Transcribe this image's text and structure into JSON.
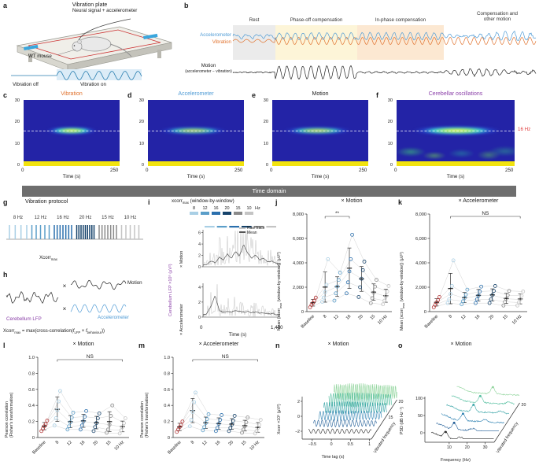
{
  "panel_labels": {
    "a": "a",
    "b": "b",
    "c": "c",
    "d": "d",
    "e": "e",
    "f": "f",
    "g": "g",
    "h": "h",
    "i": "i",
    "j": "j",
    "k": "k",
    "l": "l",
    "m": "m",
    "n": "n",
    "o": "o"
  },
  "colors": {
    "accelerometer": "#4f9bd5",
    "vibration": "#e1732f",
    "motion": "#1a1a1a",
    "cerebellar": "#8a3fa8",
    "baseline_pts": "#b23434",
    "spectrogram_bg": "#2323a6",
    "spectrogram_hot": "#f2e30e",
    "marker_red": "#e03a3a",
    "raw_trace": "#c4c4c4",
    "mean_trace": "#555555",
    "section_bar_bg": "#6e6e6e",
    "freq": [
      {
        "label": "8",
        "hz": 8,
        "color": "#a9cfe5"
      },
      {
        "label": "12",
        "hz": 12,
        "color": "#5b9ec9"
      },
      {
        "label": "16",
        "hz": 16,
        "color": "#2a6fad"
      },
      {
        "label": "20",
        "hz": 20,
        "color": "#16436b"
      },
      {
        "label": "15",
        "hz": 15,
        "color": "#8a8a8a"
      },
      {
        "label": "10",
        "hz": 10,
        "color": "#c4c4c4"
      }
    ],
    "waterfall": [
      "#8fd49b",
      "#55bfa0",
      "#36a3a6",
      "#2a7fb0",
      "#1f5c96",
      "#2b2b2b"
    ]
  },
  "panel_a": {
    "title": "Vibration plate",
    "neural_label": "Neural signal + accelerometer",
    "mouse_label": "WT mouse",
    "vibration_off": "Vibration off",
    "vibration_on": "Vibration on"
  },
  "panel_b": {
    "segments": [
      {
        "name": "Rest",
        "shade": "#ebebeb"
      },
      {
        "name": "Phase-off compensation",
        "shade": "#fdf5d8"
      },
      {
        "name": "In-phase compensation",
        "shade": "#fce8d2"
      },
      {
        "name": "Compensation and other motion",
        "shade": null
      }
    ],
    "segment_labels": [
      "Rest",
      "Phase-off compensation",
      "In-phase compensation",
      "Compensation and\nother motion"
    ],
    "trace_labels": {
      "accelerometer": "Accelerometer",
      "vibration": "Vibration",
      "motion": "Motion",
      "motion_sub": "(accelerometer − vibration)"
    }
  },
  "spectrograms": {
    "shared": {
      "xlabel": "Time (s)",
      "x_ticks": [
        "0",
        "250"
      ],
      "y_ticks": [
        "30",
        "20",
        "10",
        "0"
      ]
    },
    "panels": [
      {
        "letter": "c",
        "title": "Vibration",
        "title_color": "#e1732f"
      },
      {
        "letter": "d",
        "title": "Accelerometer",
        "title_color": "#4f9bd5"
      },
      {
        "letter": "e",
        "title": "Motion",
        "title_color": "#1a1a1a"
      },
      {
        "letter": "f",
        "title": "Cerebellar oscillations",
        "title_color": "#8a3fa8",
        "marker": "16 Hz",
        "marker_color": "#e03a3a"
      }
    ]
  },
  "section_bar": {
    "title": "Time domain"
  },
  "panel_g": {
    "title": "Vibration protocol",
    "freq_labels": [
      "8 Hz",
      "12 Hz",
      "16 Hz",
      "20 Hz",
      "15 Hz",
      "10 Hz"
    ],
    "xcorr_label_pre": "Xcorr",
    "xcorr_label_sub": "max"
  },
  "panel_h": {
    "lfp_label": "Cerebellum LFP",
    "motion_label": "Motion",
    "accel_label": "Accelerometer",
    "times_symbol": "×",
    "formula": {
      "p1": "Xcorr",
      "s1": "max",
      "p2": " = max(cross-correlation(",
      "p3": "f",
      "s2": "LFP",
      "p4": " × ",
      "p5": "f",
      "s3": "behaviour",
      "p6": "))"
    }
  },
  "panel_i": {
    "title_pre": "xcorr",
    "title_sub": "max",
    "title_post": " (window-by-window)",
    "legend_unit": "Hz",
    "ylabel_outer": "Cerebellum LFP ×10⁵ (μV²)",
    "row_labels": [
      "× Motion",
      "× Accelerometer"
    ],
    "legend_raw": "Raw trace",
    "legend_mean": "Mean"
  },
  "chart_data": [
    {
      "id": "spectrograms",
      "type": "heatmap",
      "panels": [
        "Vibration",
        "Accelerometer",
        "Motion",
        "Cerebellar oscillations"
      ],
      "x_range": [
        0,
        250
      ],
      "y_range": [
        0,
        30
      ],
      "xlabel": "Time (s)",
      "band_hz": 16,
      "note": "bright power band at 16 Hz during vibration-on epoch; high power strip near 0 Hz"
    },
    {
      "id": "i",
      "type": "line",
      "title": "xcorr_max (window-by-window)",
      "xlabel": "Time (s)",
      "x_range": [
        0,
        1400
      ],
      "x_tick_labels": [
        "0",
        "1,400"
      ],
      "legend": [
        "Raw trace",
        "Mean"
      ],
      "rows": [
        {
          "name": "× Motion",
          "ylim": [
            0,
            6.5
          ],
          "y_ticks": [
            0,
            2,
            4,
            6
          ],
          "mean": [
            0.3,
            0.5,
            1.2,
            0.8,
            2.0,
            1.4,
            2.6,
            1.8,
            3.2,
            2.2,
            4.6,
            2.8,
            1.8,
            2.4,
            1.4,
            1.8,
            1.0,
            1.2,
            0.7,
            0.5
          ]
        },
        {
          "name": "× Accelerometer",
          "ylim": [
            0,
            4.5
          ],
          "y_ticks": [
            0,
            2,
            4
          ],
          "mean": [
            0.3,
            0.6,
            1.8,
            3.4,
            1.0,
            0.8,
            0.9,
            0.8,
            1.0,
            0.9,
            0.8,
            0.9,
            0.7,
            0.8,
            0.6,
            0.7,
            0.5,
            0.6,
            0.4,
            0.4
          ]
        }
      ]
    },
    {
      "id": "j",
      "type": "scatter",
      "title": "× Motion",
      "ylabel": "Mean (xcorr_max (window-by-window)) (μV²)",
      "ylabel_parts": {
        "p1": "Mean (xcorr",
        "sub": "max",
        "p2": " (window-by-window)) (μV²)"
      },
      "ylim": [
        0,
        8000
      ],
      "y_ticks": [
        0,
        2000,
        4000,
        6000,
        8000
      ],
      "y_tick_labels": [
        "0",
        "2,000",
        "4,000",
        "6,000",
        "8,000"
      ],
      "categories": [
        "Baseline",
        "8",
        "12",
        "16",
        "20",
        "15",
        "10"
      ],
      "x_tick_labels": [
        "Baseline",
        "8",
        "12",
        "16",
        "20",
        "15",
        "10 Hz"
      ],
      "significance": "**",
      "sig_span": [
        1,
        3
      ],
      "points": [
        [
          350,
          550,
          700,
          900,
          1150
        ],
        [
          800,
          1150,
          1600,
          2200,
          4300
        ],
        [
          900,
          1500,
          2050,
          2600,
          3200
        ],
        [
          1500,
          2400,
          3300,
          4300,
          6300
        ],
        [
          1200,
          2000,
          2700,
          3400,
          4100
        ],
        [
          700,
          1100,
          1550,
          2050,
          2600
        ],
        [
          600,
          900,
          1250,
          1650,
          2100
        ]
      ]
    },
    {
      "id": "k",
      "type": "scatter",
      "title": "× Accelerometer",
      "ylabel": "Mean (xcorr_max (window-by-window)) (μV²)",
      "ylabel_parts": {
        "p1": "Mean (xcorr",
        "sub": "max",
        "p2": " (window-by-window)) (μV²)"
      },
      "ylim": [
        0,
        8000
      ],
      "y_ticks": [
        0,
        2000,
        4000,
        6000,
        8000
      ],
      "y_tick_labels": [
        "0",
        "2,000",
        "4,000",
        "6,000",
        "8,000"
      ],
      "categories": [
        "Baseline",
        "8",
        "12",
        "16",
        "20",
        "15",
        "10"
      ],
      "x_tick_labels": [
        "Baseline",
        "8",
        "12",
        "16",
        "20",
        "15",
        "10 Hz"
      ],
      "significance": "NS",
      "sig_span": [
        1,
        6
      ],
      "points": [
        [
          350,
          550,
          750,
          950,
          1200
        ],
        [
          700,
          1000,
          1450,
          2100,
          4200
        ],
        [
          600,
          850,
          1100,
          1400,
          1800
        ],
        [
          700,
          1000,
          1300,
          1650,
          2050
        ],
        [
          700,
          1000,
          1350,
          1700,
          2100
        ],
        [
          500,
          800,
          1050,
          1350,
          1700
        ],
        [
          500,
          750,
          1000,
          1300,
          1650
        ]
      ]
    },
    {
      "id": "l",
      "type": "scatter",
      "title": "× Motion",
      "ylabel": "Pearson correlation (Fisher's transformation)",
      "ylabel_line1": "Pearson correlation",
      "ylabel_line2": "(Fisher's transformation)",
      "ylim": [
        0,
        1.0
      ],
      "y_ticks": [
        0,
        0.2,
        0.4,
        0.6,
        0.8,
        1.0
      ],
      "y_tick_labels": [
        "0",
        "0.2",
        "0.4",
        "0.6",
        "0.8",
        "1.0"
      ],
      "categories": [
        "Baseline",
        "8",
        "12",
        "16",
        "20",
        "15",
        "10"
      ],
      "x_tick_labels": [
        "Baseline",
        "8",
        "12",
        "16",
        "20",
        "15",
        "10 Hz"
      ],
      "significance": "NS",
      "sig_span": [
        1,
        6
      ],
      "points": [
        [
          0.08,
          0.11,
          0.14,
          0.17,
          0.21
        ],
        [
          0.15,
          0.24,
          0.34,
          0.45,
          0.58
        ],
        [
          0.1,
          0.14,
          0.19,
          0.25,
          0.31
        ],
        [
          0.1,
          0.15,
          0.2,
          0.26,
          0.33
        ],
        [
          0.08,
          0.13,
          0.18,
          0.24,
          0.3
        ],
        [
          0.06,
          0.1,
          0.16,
          0.27,
          0.4
        ],
        [
          0.05,
          0.09,
          0.13,
          0.18,
          0.24
        ]
      ]
    },
    {
      "id": "m",
      "type": "scatter",
      "title": "× Accelerometer",
      "ylabel": "Pearson correlation (Fisher's transformation)",
      "ylabel_line1": "Pearson correlation",
      "ylabel_line2": "(Fisher's transformation)",
      "ylim": [
        0,
        1.0
      ],
      "y_ticks": [
        0,
        0.2,
        0.4,
        0.6,
        0.8,
        1.0
      ],
      "y_tick_labels": [
        "0",
        "0.2",
        "0.4",
        "0.6",
        "0.8",
        "1.0"
      ],
      "categories": [
        "Baseline",
        "8",
        "12",
        "16",
        "20",
        "15",
        "10"
      ],
      "x_tick_labels": [
        "Baseline",
        "8",
        "12",
        "16",
        "20",
        "15",
        "10 Hz"
      ],
      "significance": "NS",
      "sig_span": [
        1,
        6
      ],
      "points": [
        [
          0.07,
          0.1,
          0.13,
          0.16,
          0.2
        ],
        [
          0.14,
          0.22,
          0.32,
          0.44,
          0.56
        ],
        [
          0.09,
          0.13,
          0.18,
          0.23,
          0.29
        ],
        [
          0.08,
          0.12,
          0.17,
          0.22,
          0.28
        ],
        [
          0.08,
          0.12,
          0.16,
          0.21,
          0.27
        ],
        [
          0.06,
          0.1,
          0.14,
          0.19,
          0.25
        ],
        [
          0.05,
          0.08,
          0.12,
          0.16,
          0.22
        ]
      ]
    },
    {
      "id": "n",
      "type": "line",
      "subtype": "3d-waterfall",
      "title": "× Motion",
      "zlabel": "Xcorr ×10⁵ (μV²)",
      "z_ticks": [
        "2",
        "0",
        "−2"
      ],
      "xlabel": "Time lag (s)",
      "x_ticks": [
        "−0.5",
        "0",
        "0.5",
        "1"
      ],
      "x_tick_values": [
        -0.5,
        0,
        0.5,
        1
      ],
      "depth_label": "Vibrated frequency",
      "depth_ticks": [
        "15",
        "20"
      ],
      "series_hz": [
        20,
        16,
        15,
        12,
        10,
        8
      ]
    },
    {
      "id": "o",
      "type": "line",
      "subtype": "3d-waterfall",
      "title": "× Motion",
      "zlabel": "PSD (dB Hz⁻¹)",
      "z_ticks": [
        "100",
        "50",
        "0"
      ],
      "xlabel": "Frequency (Hz)",
      "x_ticks": [
        "10",
        "20",
        "30"
      ],
      "x_tick_values": [
        10,
        20,
        30
      ],
      "depth_label": "Vibrated frequency",
      "depth_ticks": [
        "20"
      ],
      "series_hz": [
        20,
        16,
        15,
        12,
        10,
        8
      ]
    }
  ]
}
